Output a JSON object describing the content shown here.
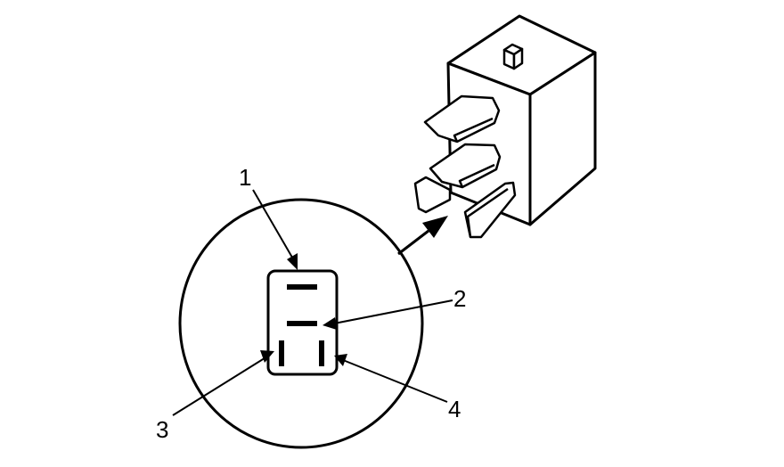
{
  "diagram": {
    "callouts": [
      {
        "id": "1",
        "text": "1"
      },
      {
        "id": "2",
        "text": "2"
      },
      {
        "id": "3",
        "text": "3"
      },
      {
        "id": "4",
        "text": "4"
      }
    ]
  }
}
